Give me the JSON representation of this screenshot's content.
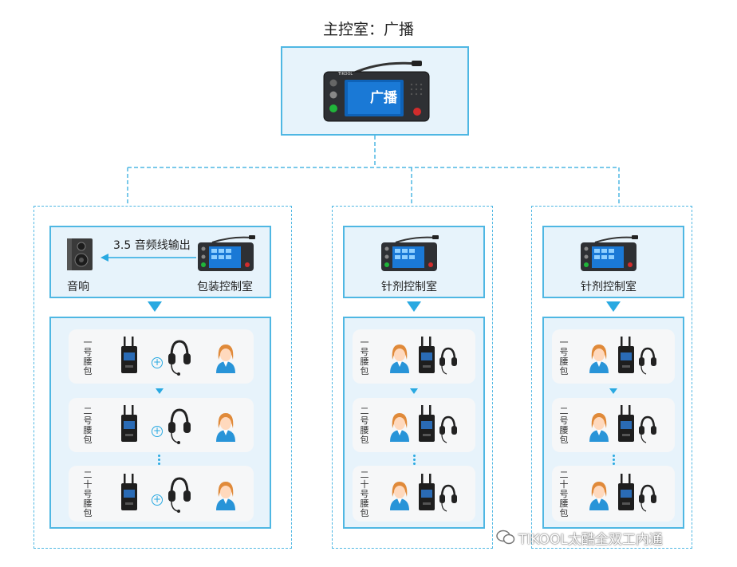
{
  "title": "主控室：广播",
  "master_station": {
    "screen_text": "广播",
    "brand": "TIKOOL"
  },
  "stations": [
    {
      "label": "包装控制室",
      "speaker_label": "音响",
      "audio_output_label": "3.5 音频线输出",
      "packs": [
        {
          "label_chars": [
            "一",
            "号",
            "腰",
            "包"
          ]
        },
        {
          "label_chars": [
            "二",
            "号",
            "腰",
            "包"
          ]
        },
        {
          "label_chars": [
            "二",
            "十",
            "号",
            "腰",
            "包"
          ]
        }
      ]
    },
    {
      "label": "针剂控制室",
      "packs": [
        {
          "label_chars": [
            "一",
            "号",
            "腰",
            "包"
          ]
        },
        {
          "label_chars": [
            "二",
            "号",
            "腰",
            "包"
          ]
        },
        {
          "label_chars": [
            "二",
            "十",
            "号",
            "腰",
            "包"
          ]
        }
      ]
    },
    {
      "label": "针剂控制室",
      "packs": [
        {
          "label_chars": [
            "一",
            "号",
            "腰",
            "包"
          ]
        },
        {
          "label_chars": [
            "二",
            "号",
            "腰",
            "包"
          ]
        },
        {
          "label_chars": [
            "二",
            "十",
            "号",
            "腰",
            "包"
          ]
        }
      ]
    }
  ],
  "watermark": "TIKOOL太酷全双工内通",
  "colors": {
    "accent": "#29a9e1",
    "panel_fill": "#e7f3fb",
    "border": "#4fb7e3"
  }
}
